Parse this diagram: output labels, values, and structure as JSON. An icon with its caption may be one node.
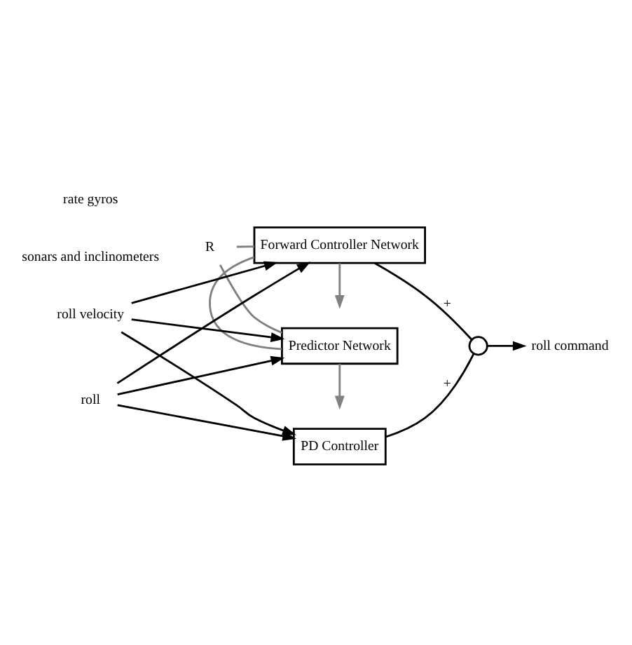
{
  "diagram": {
    "nodes": [
      {
        "text": [
          "Predictor Network"
        ]
      },
      {
        "text": [
          "Forward Controller Network"
        ]
      },
      {
        "text": [
          "PD Controller"
        ]
      },
      {
        "text": [
          "R"
        ]
      },
      {
        "text": [],
        "shape": "circle"
      },
      {
        "text": [
          "roll"
        ]
      },
      {
        "text": [
          "roll velocity"
        ]
      },
      {
        "text": [
          "roll command"
        ]
      }
    ],
    "edges": [
      {
        "from": 5,
        "to": 0,
        "arrow": "to"
      },
      {
        "from": 6,
        "to": 0,
        "arrow": "to"
      },
      {
        "from": 5,
        "to": 1,
        "arrow": "to"
      },
      {
        "from": 6,
        "to": 1,
        "arrow": "to"
      },
      {
        "from": 5,
        "to": 2,
        "arrow": "to"
      },
      {
        "from": 6,
        "to": 2,
        "arrow": "to"
      },
      {
        "from": 1,
        "to": 4,
        "label": "+",
        "arrow": "none"
      },
      {
        "from": 2,
        "to": 4,
        "label": "+",
        "arrow": "none"
      },
      {
        "from": 4,
        "to": 7,
        "arrow": "to"
      },
      {
        "from": 0,
        "to": 3,
        "arrow": "none",
        "color": "#808080"
      },
      {
        "from": 0,
        "to": 1,
        "arrow": "none",
        "color": "#808080"
      },
      {
        "from": 3,
        "to": 1,
        "arrow": "none",
        "color": "#808080"
      },
      {
        "from": 0,
        "to": null,
        "arrow": "to",
        "color": "#808080"
      },
      {
        "from": 1,
        "to": null,
        "arrow": "to",
        "color": "#808080"
      }
    ],
    "labels": [
      "sonars and inclinometers",
      "rate gyros"
    ]
  }
}
